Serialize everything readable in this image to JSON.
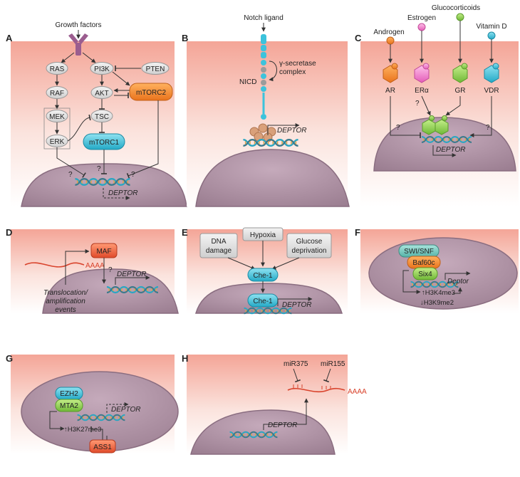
{
  "panels": {
    "A": {
      "label": "A",
      "growth_factors": "Growth factors",
      "ras": "RAS",
      "raf": "RAF",
      "mek": "MEK",
      "erk": "ERK",
      "pi3k": "PI3K",
      "pten": "PTEN",
      "akt": "AKT",
      "tsc": "TSC",
      "mtorc1": "mTORC1",
      "mtorc2": "mTORC2",
      "q1": "?",
      "q2": "?",
      "q3": "?",
      "deptor": "DEPTOR"
    },
    "B": {
      "label": "B",
      "notch_ligand": "Notch ligand",
      "gamma_secretase": "γ-secretase",
      "complex": "complex",
      "nicd": "NICD",
      "deptor": "DEPTOR"
    },
    "C": {
      "label": "C",
      "glucocorticoids": "Glucocorticoids",
      "androgen": "Androgen",
      "estrogen": "Estrogen",
      "vitamin_d": "Vitamin D",
      "ar": "AR",
      "er": "ERα",
      "gr": "GR",
      "vdr": "VDR",
      "q1": "?",
      "q2": "?",
      "q3": "?",
      "deptor": "DEPTOR"
    },
    "D": {
      "label": "D",
      "maf": "MAF",
      "aaaa": "AAAA",
      "q": "?",
      "deptor": "DEPTOR",
      "events_line1": "Translocation/",
      "events_line2": "amplification",
      "events_line3": "events"
    },
    "E": {
      "label": "E",
      "dna1": "DNA",
      "dna2": "damage",
      "hypoxia": "Hypoxia",
      "glucose1": "Glucose",
      "glucose2": "deprivation",
      "che1_top": "Che-1",
      "che1_bottom": "Che-1",
      "deptor": "DEPTOR"
    },
    "F": {
      "label": "F",
      "swisnf": "SWI/SNF",
      "baf60c": "Baf60c",
      "six4": "Six4",
      "deptor": "Deptor",
      "h3k4": "↑H3K4me3",
      "h3k9": "↓H3K9me2"
    },
    "G": {
      "label": "G",
      "ezh2": "EZH2",
      "mta2": "MTA2",
      "h3k27": "↑H3K27me3",
      "ass1": "ASS1",
      "deptor": "DEPTOR"
    },
    "H": {
      "label": "H",
      "mir375": "miR375",
      "mir155": "miR155",
      "aaaa": "AAAA",
      "deptor": "DEPTOR"
    }
  },
  "colors": {
    "membrane_top": "#f4a597",
    "nucleus": "#a88a9e",
    "mtor": "#3cc3dc",
    "mtorc2": "#f28a2d",
    "maf": "#ef6a3d",
    "green": "#8fcf4d",
    "receptor_purple": "#9b5d8f"
  }
}
